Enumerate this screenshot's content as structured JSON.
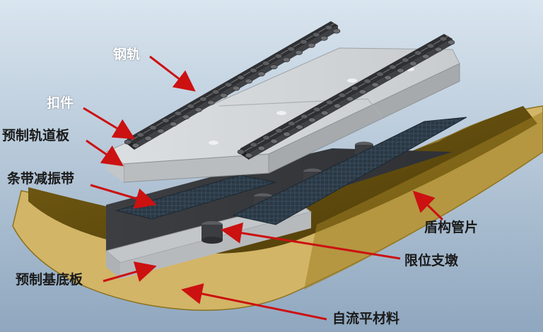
{
  "colors": {
    "background_top": "#d9e5ef",
    "background_bottom": "#8fa7bf",
    "arrow": "#cc1111",
    "rail": "#2f3033",
    "track_slab": "#cfd3d6",
    "damping_strip": "#2a3844",
    "base_slab": "#c3c6c8",
    "self_leveling_layer": "#d2b566",
    "shield_segment": "#6b5310",
    "stopper": "#4a4c4f"
  },
  "labels": {
    "rail": "钢轨",
    "fastener": "扣件",
    "prefab_track_slab": "预制轨道板",
    "damping_strip": "条带减振带",
    "shield_segment": "盾构管片",
    "limit_stopper": "限位支墩",
    "prefab_base_slab": "预制基底板",
    "self_leveling_material": "自流平材料"
  }
}
